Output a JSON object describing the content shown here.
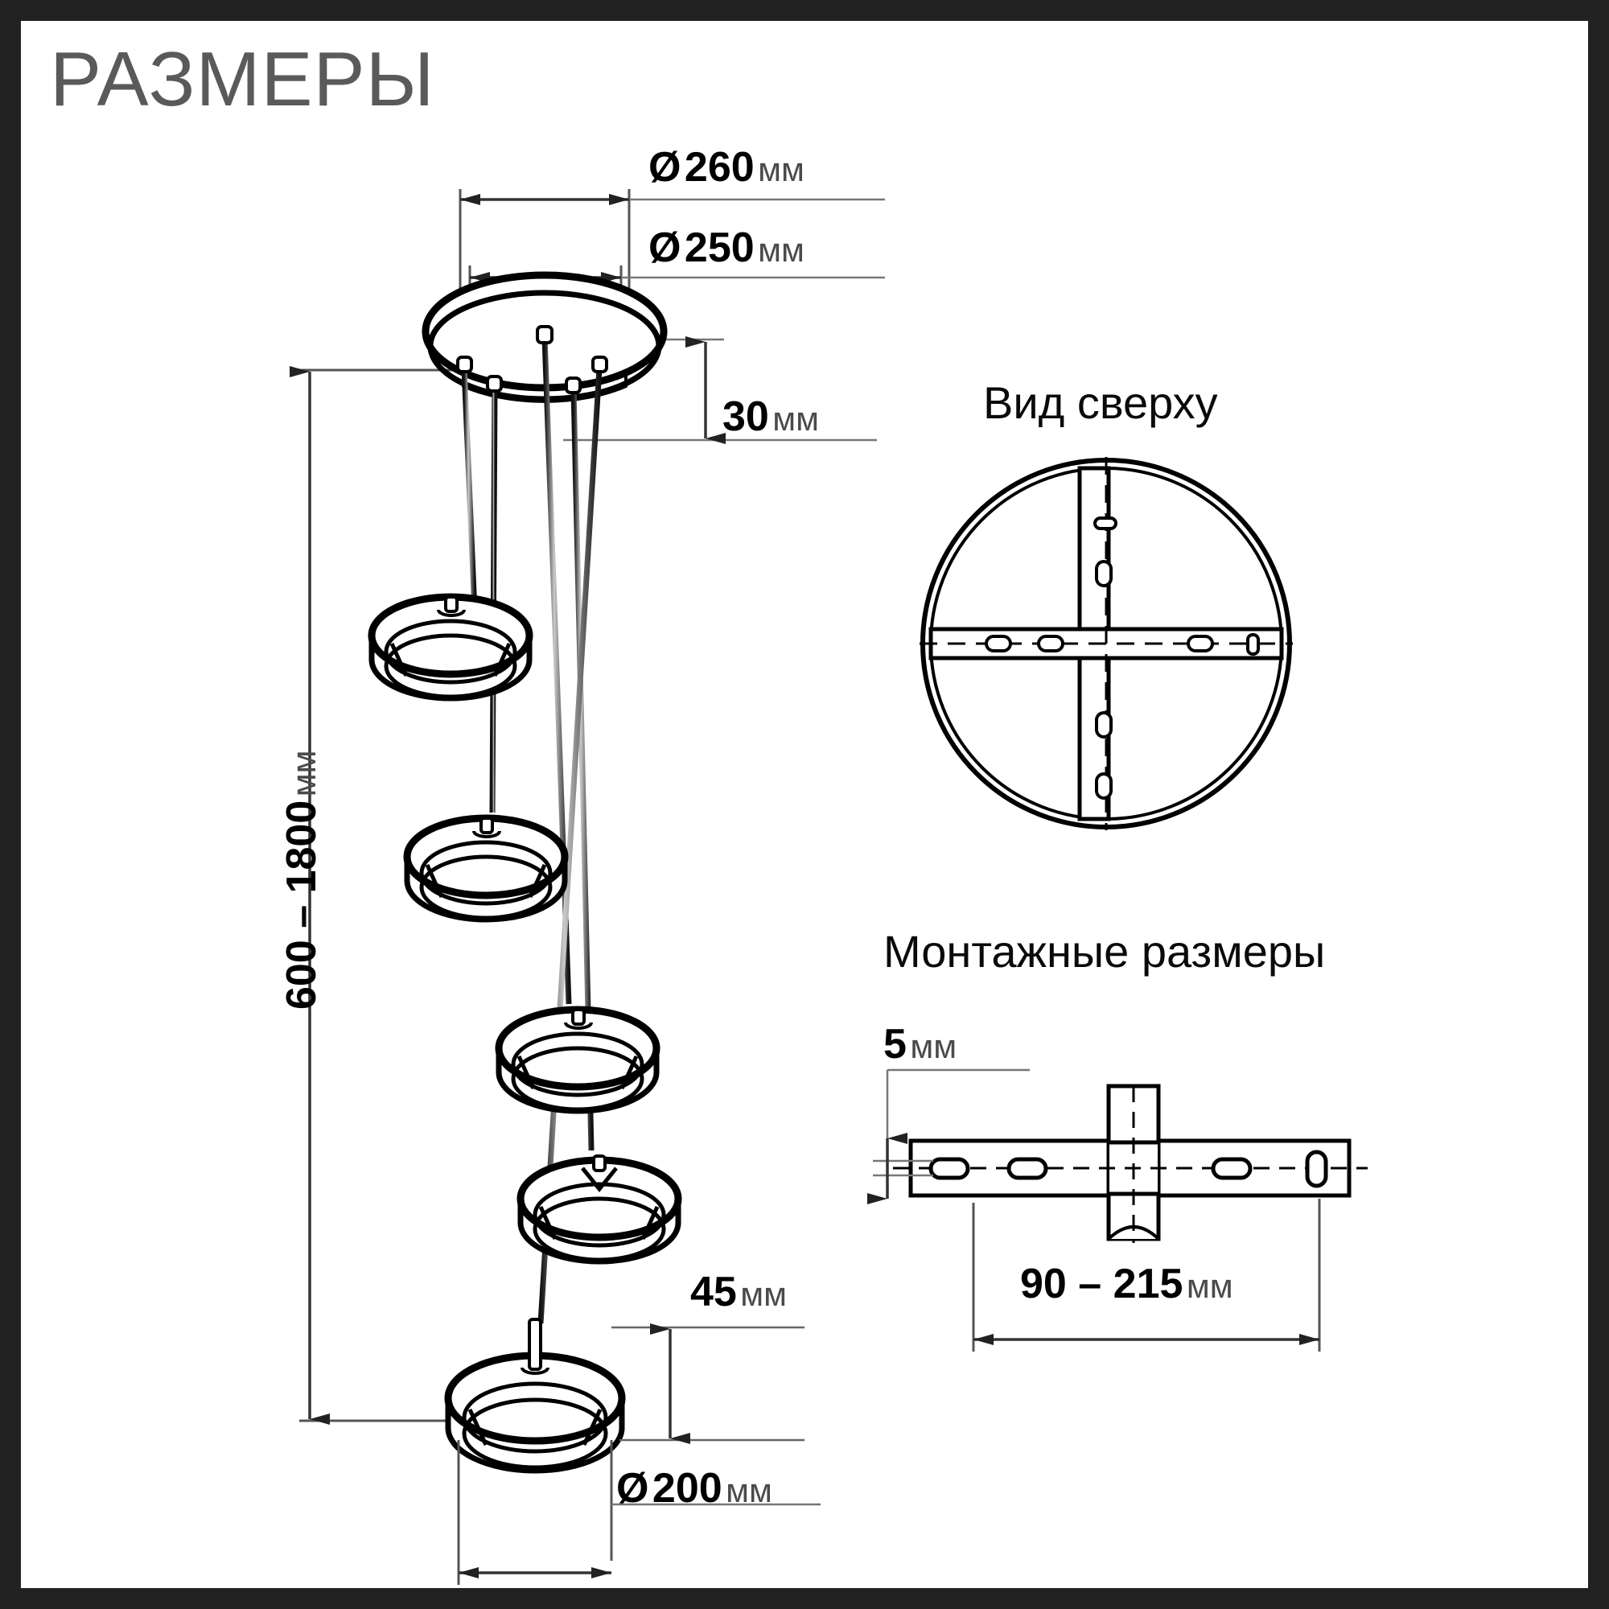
{
  "page": {
    "title": "РАЗМЕРЫ",
    "border_color": "#222222",
    "sheet_color": "#ffffff",
    "title_color": "#5a5a5a",
    "ink_color": "#000000",
    "unit_color": "#4a4a4a"
  },
  "main_view": {
    "name": "pendant-chandelier-elevation",
    "dimensions": {
      "outer_plate_diameter": {
        "symbol": "Ø",
        "value": "260",
        "unit": "мм"
      },
      "inner_plate_diameter": {
        "symbol": "Ø",
        "value": "250",
        "unit": "мм"
      },
      "plate_thickness": {
        "symbol": "",
        "value": "30",
        "unit": "мм"
      },
      "suspension_range": {
        "symbol": "",
        "value": "600 – 1800",
        "unit": "мм"
      },
      "shade_height": {
        "symbol": "",
        "value": "45",
        "unit": "мм"
      },
      "shade_diameter": {
        "symbol": "Ø",
        "value": "200",
        "unit": "мм"
      }
    },
    "pendant_count": 5
  },
  "top_view": {
    "title": "Вид сверху",
    "name": "top-view-mounting-plate"
  },
  "mounting_view": {
    "title": "Монтажные размеры",
    "name": "mounting-bracket-detail",
    "dimensions": {
      "bracket_thickness": {
        "symbol": "",
        "value": "5",
        "unit": "мм"
      },
      "mounting_span": {
        "symbol": "",
        "value": "90 – 215",
        "unit": "мм"
      }
    }
  }
}
